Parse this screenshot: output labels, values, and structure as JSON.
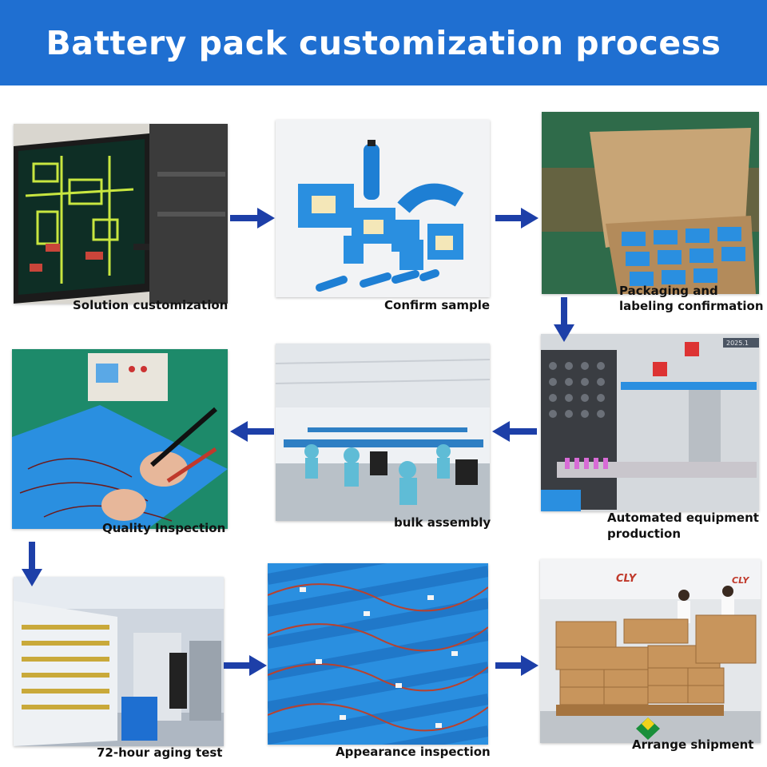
{
  "title": "Battery pack customization process",
  "colors": {
    "banner": "#1f6fd1",
    "arrow": "#1d3fa8",
    "battery_blue": "#2a8fe0"
  },
  "steps": {
    "s1": "Solution customization",
    "s2": "Confirm sample",
    "s3_line1": "Packaging and",
    "s3_line2": "labeling confirmation",
    "s4_line1": "Automated equipment",
    "s4_line2": "production",
    "s5": "bulk assembly",
    "s6": "Quality Inspection",
    "s7": "72-hour aging test",
    "s8": "Appearance inspection",
    "s9": "Arrange shipment"
  },
  "photo_signs": {
    "brand_1": "CLY",
    "brand_2": "CLY",
    "panel": "2025.1"
  },
  "arrows": [
    "arrow-right",
    "arrow-right",
    "arrow-down",
    "arrow-left",
    "arrow-left",
    "arrow-down",
    "arrow-right",
    "arrow-right"
  ]
}
